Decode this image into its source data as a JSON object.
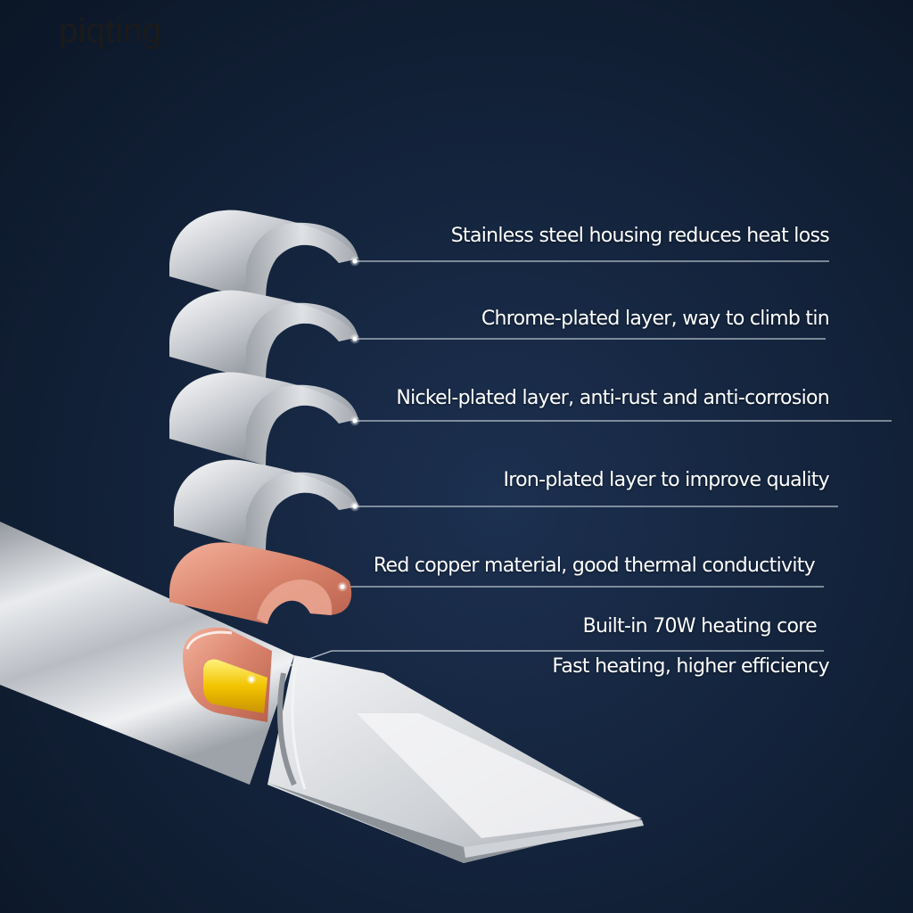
{
  "watermark": "piqting",
  "colors": {
    "background": "#14243d",
    "text": "#ffffff",
    "steel": "#c9ccd0",
    "copper": "#d9836c",
    "core": "#f2c300"
  },
  "layers": [
    {
      "label": "Stainless steel housing reduces heat loss",
      "material": "stainless-steel"
    },
    {
      "label": "Chrome-plated layer, way to climb tin",
      "material": "chrome"
    },
    {
      "label": "Nickel-plated layer, anti-rust and anti-corrosion",
      "material": "nickel"
    },
    {
      "label": "Iron-plated layer to improve quality",
      "material": "iron"
    },
    {
      "label": "Red copper material, good thermal conductivity",
      "material": "red-copper"
    }
  ],
  "core": {
    "title": "Built-in 70W heating core",
    "subtitle": "Fast heating, higher efficiency"
  }
}
